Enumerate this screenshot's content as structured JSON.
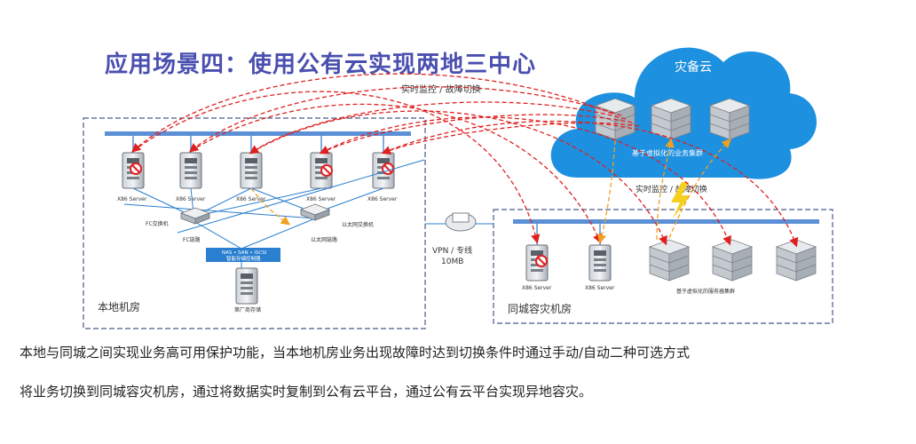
{
  "title": "应用场景四：使用公有云实现两地三中心",
  "cloud": {
    "label": "灾备云",
    "cluster_label": "基于虚拟化的业务集群",
    "sync_label": "实时监控 / 故障切换"
  },
  "top_sync_label": "实时监控 / 故障切换",
  "local_room": {
    "label": "本地机房",
    "servers": [
      "X86 Server",
      "X86 Server",
      "X86 Server",
      "X86 Server",
      "X86 Server"
    ],
    "fc_switch": "FC交换机",
    "fc_link": "FC链路",
    "eth_switch": "以太网交换机",
    "eth_link": "以太网链路",
    "storage_line1": "NAS • SAN • iSCSI",
    "storage_line2": "智能存储控制器",
    "vendor_storage": "第厂商存储"
  },
  "link": {
    "line1": "VPN / 专线",
    "line2": "10MB"
  },
  "dr_room": {
    "label": "同城容灾机房",
    "servers": [
      "X86 Server",
      "X86 Server"
    ],
    "cluster_label": "基于虚拟化的服务器集群"
  },
  "paragraph1": "本地与同城之间实现业务高可用保护功能，当本地机房业务出现故障时达到切换条件时通过手动/自动二种可选方式",
  "paragraph2": "将业务切换到同城容灾机房，通过将数据实时复制到公有云平台，通过公有云平台实现异地容灾。",
  "colors": {
    "title": "#4a4fb0",
    "cloud": "#1e90e0",
    "red_arrow": "#e02020",
    "orange_arrow": "#f0a020",
    "bus": "#5b8fd6",
    "box_border": "#4a5a8a"
  }
}
